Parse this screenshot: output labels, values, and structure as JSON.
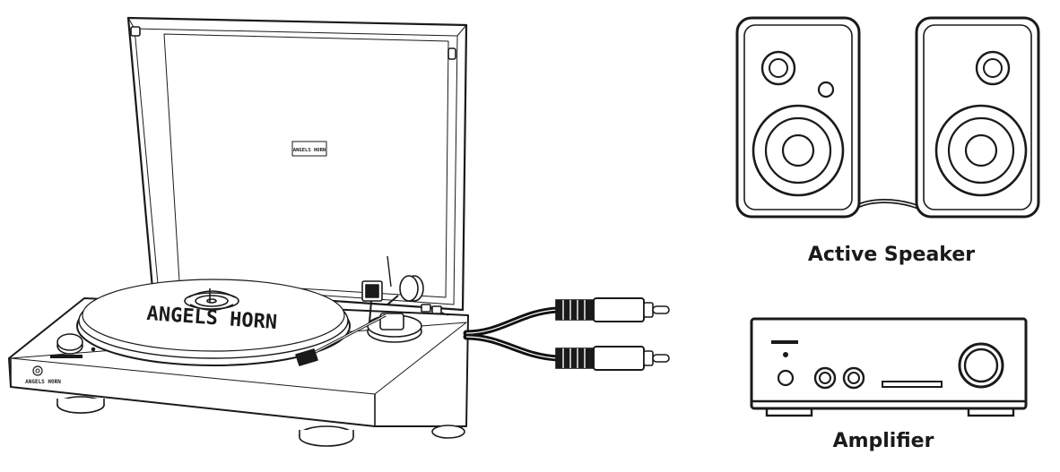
{
  "turntable": {
    "brand_logo_text": "ANGELS HORN",
    "platter_logo_text": "ANGELS HORN",
    "lid_badge_text": "ANGELS HORN"
  },
  "speaker": {
    "caption": "Active Speaker"
  },
  "amplifier": {
    "caption": "Amplifier"
  },
  "colors": {
    "line": "#1a1a1a",
    "fill": "#ffffff",
    "cable": "#111111"
  },
  "icons": [
    "turntable-icon",
    "rca-cable-icon",
    "speaker-pair-icon",
    "amplifier-icon"
  ]
}
